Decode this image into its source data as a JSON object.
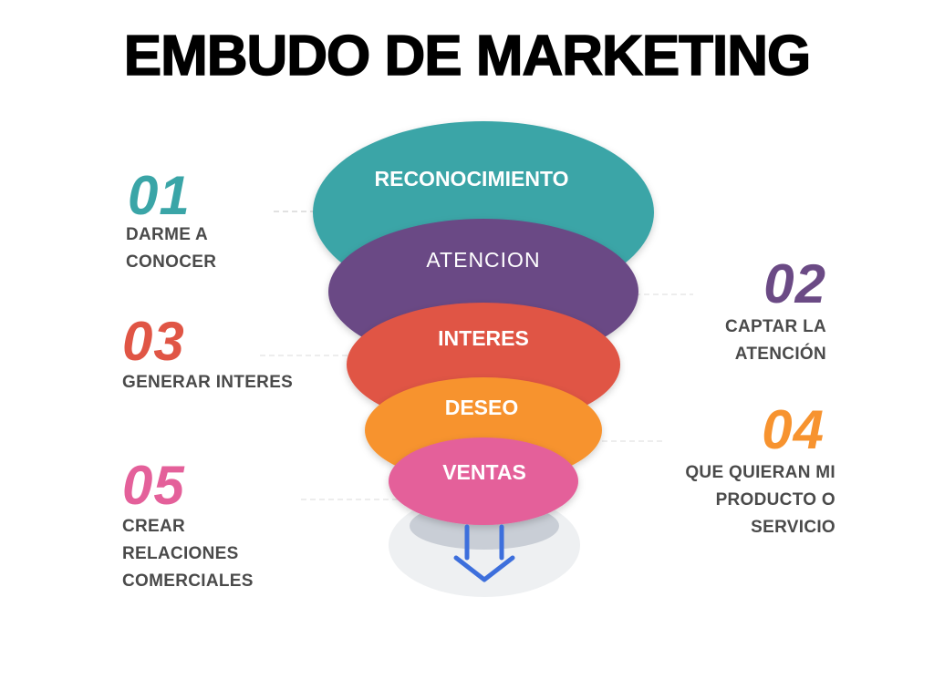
{
  "title": "EMBUDO DE MARKETING",
  "colors": {
    "teal": "#3aa5a7",
    "purple": "#6b4a85",
    "red": "#e05545",
    "orange": "#f7932f",
    "pink": "#e4609a",
    "base": "#e9ebee",
    "arrow": "#3d6fdc"
  },
  "funnel": [
    {
      "label": "RECONOCIMIENTO",
      "color": "#3aa5a7"
    },
    {
      "label": "ATENCION",
      "color": "#6b4a85"
    },
    {
      "label": "INTERES",
      "color": "#e05545"
    },
    {
      "label": "DESEO",
      "color": "#f7932f"
    },
    {
      "label": "VENTAS",
      "color": "#e4609a"
    }
  ],
  "steps": [
    {
      "number": "01",
      "color": "#3aa5a7",
      "lines": [
        "DARME A",
        "CONOCER"
      ]
    },
    {
      "number": "02",
      "color": "#6b4a85",
      "lines": [
        "CAPTAR LA",
        "ATENCIÓN"
      ]
    },
    {
      "number": "03",
      "color": "#e05545",
      "lines": [
        "GENERAR INTERES"
      ]
    },
    {
      "number": "04",
      "color": "#f7932f",
      "lines": [
        "QUE QUIERAN MI",
        "PRODUCTO O",
        "SERVICIO"
      ]
    },
    {
      "number": "05",
      "color": "#e4609a",
      "lines": [
        "CREAR",
        "RELACIONES",
        "COMERCIALES"
      ]
    }
  ],
  "icons": {
    "base_arrow": "double-down-arrow-icon"
  }
}
